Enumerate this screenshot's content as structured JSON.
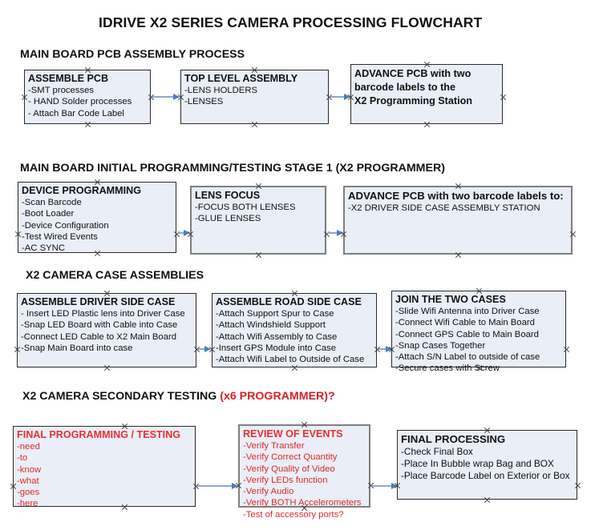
{
  "document": {
    "title": "IDRIVE X2  SERIES CAMERA PROCESSING FLOWCHART"
  },
  "colors": {
    "box_fill": "#e9eef7",
    "box_border": "#2b2b2b",
    "box_border_thick": "#7f7f7f",
    "arrow_line": "#8fa9c6",
    "arrow_head": "#4a7ebb",
    "text": "#111111",
    "accent_red": "#e02a2a"
  },
  "sections": [
    {
      "heading": "MAIN BOARD PCB ASSEMBLY PROCESS",
      "heading_accent": "",
      "boxes": [
        {
          "title": "ASSEMBLE PCB",
          "lines": [
            "-SMT processes",
            "- HAND Solder processes",
            "- Attach Bar Code Label"
          ]
        },
        {
          "title": "TOP LEVEL ASSEMBLY",
          "lines": [
            "-LENS HOLDERS",
            "-LENSES"
          ]
        },
        {
          "title": "ADVANCE PCB with two",
          "lines": [
            "barcode labels to the",
            " X2 Programming Station"
          ]
        }
      ]
    },
    {
      "heading": "MAIN BOARD INITIAL PROGRAMMING/TESTING STAGE 1 (X2 PROGRAMMER)",
      "heading_accent": "",
      "boxes": [
        {
          "title": "DEVICE PROGRAMMING",
          "lines": [
            "-Scan Barcode",
            "-Boot Loader",
            "-Device Configuration",
            "-Test Wired Events",
            "-AC SYNC"
          ]
        },
        {
          "title": "LENS FOCUS",
          "lines": [
            "-FOCUS BOTH LENSES",
            "-GLUE LENSES"
          ]
        },
        {
          "title": "ADVANCE PCB with two barcode labels to:",
          "lines": [
            "-X2 DRIVER  SIDE  CASE  ASSEMBLY STATION"
          ]
        }
      ]
    },
    {
      "heading": "X2 CAMERA CASE ASSEMBLIES",
      "heading_accent": "",
      "boxes": [
        {
          "title": "ASSEMBLE DRIVER SIDE CASE",
          "lines": [
            "- Insert LED Plastic lens into Driver Case",
            "-Snap LED Board with Cable into Case",
            "-Connect LED Cable to X2 Main Board",
            "-Snap Main Board into case"
          ]
        },
        {
          "title": "ASSEMBLE ROAD SIDE CASE",
          "lines": [
            "-Attach Support Spur to Case",
            "-Attach Windshield Support",
            "-Attach Wifi Assembly to Case",
            "-Insert GPS Module into Case",
            "-Attach Wifi Label to Outside of Case"
          ]
        },
        {
          "title": "JOIN THE TWO CASES",
          "lines": [
            "-Slide Wifi Antenna into Driver Case",
            "-Connect Wifi Cable to Main Board",
            "-Connect GPS Cable to Main Board",
            "-Snap Cases Together",
            "-Attach S/N Label to outside of case",
            "-Secure cases with Screw"
          ]
        }
      ]
    },
    {
      "heading": "X2 CAMERA SECONDARY TESTING ",
      "heading_accent": "(x6 PROGRAMMER)?",
      "boxes": [
        {
          "title": "FINAL PROGRAMMING / TESTING",
          "lines": [
            "-need",
            "-to",
            "-know",
            "-what",
            "-goes",
            "-here"
          ]
        },
        {
          "title": "REVIEW OF EVENTS",
          "lines": [
            "-Verify Transfer",
            "-Verify Correct Quantity",
            "-Verify Quality of Video",
            "-Verify LEDs function",
            "-Verify Audio",
            "-Verify BOTH Accelerometers",
            "-Test of accessory ports?"
          ]
        },
        {
          "title": "FINAL PROCESSING",
          "lines": [
            " -Check Final Box",
            "-Place In Bubble wrap Bag and BOX",
            "-Place Barcode Label on Exterior or Box"
          ]
        }
      ]
    }
  ]
}
